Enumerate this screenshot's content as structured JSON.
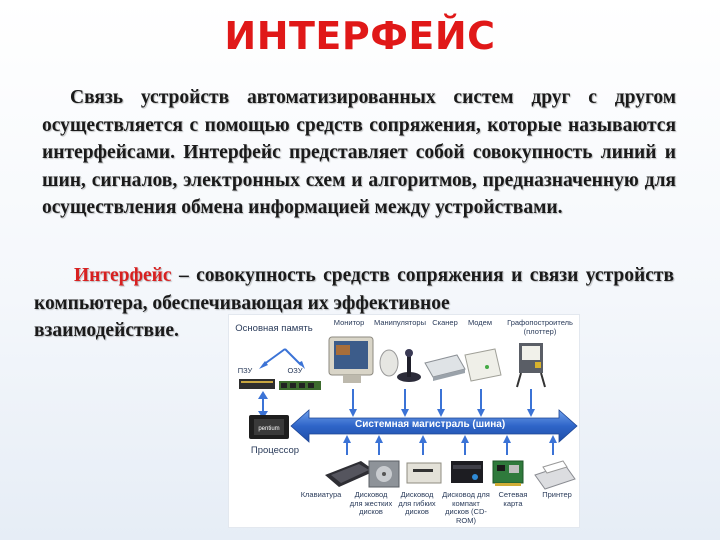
{
  "title": "ИНТЕРФЕЙС",
  "paragraph1": "Связь устройств автоматизированных систем друг с другом осуществляется с помощью средств сопряжения, которые называются интерфейсами. Интерфейс представляет собой совокупность линий и шин, сигналов, электронных схем и алгоритмов, предназначенную для осуществления обмена информацией между устройствами.",
  "paragraph2": {
    "term": "Интерфейс",
    "line1_rest": " – совокупность средств сопряжения и связи устройств компьютера, обеспечивающая их эффективное",
    "line_last": "взаимодействие."
  },
  "diagram": {
    "memory_label": "Основная память",
    "rom_label": "ПЗУ",
    "ram_label": "ОЗУ",
    "cpu_label": "Процессор",
    "bus_label": "Системная магистраль (шина)",
    "top_devices": [
      "Монитор",
      "Манипуляторы",
      "Сканер",
      "Модем",
      "Графопостроитель (плоттер)"
    ],
    "bottom_devices": [
      "Клавиатура",
      "Дисковод для жестких дисков",
      "Дисковод для гибких дисков",
      "Дисковод для компакт дисков (CD-ROM)",
      "Сетевая карта",
      "Принтер"
    ],
    "colors": {
      "bus": "#2f65c8",
      "arrows": "#3b73d6",
      "title": "#e01818",
      "term": "#d82020"
    }
  }
}
